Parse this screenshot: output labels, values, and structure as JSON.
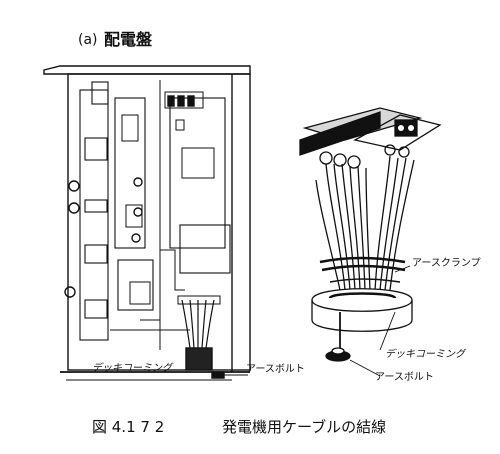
{
  "panel": {
    "label": "(a)",
    "title": "配電盤"
  },
  "callouts": {
    "deck_coaming_left": "デッキコーミング",
    "earth_bolt_left": "アースボルト",
    "earth_clamp": "アースクランプ",
    "deck_coaming_right": "デッキコーミング",
    "earth_bolt_right": "アースボルト"
  },
  "caption": {
    "number": "図 4.1 7 2",
    "text": "発電機用ケーブルの結線"
  }
}
